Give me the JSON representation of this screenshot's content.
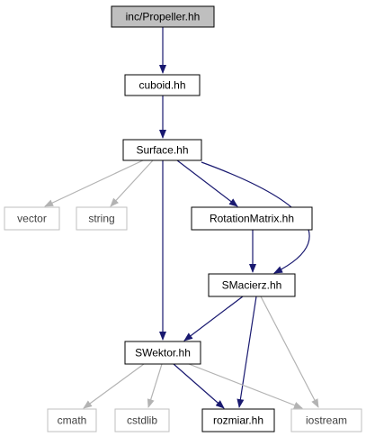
{
  "colors": {
    "edge": "#191970",
    "edge_external": "#b3b3b3",
    "node_border": "#000000",
    "node_border_external": "#bfbfbf",
    "node_fill": "#ffffff",
    "root_fill": "#bfbfbf",
    "text": "#000000",
    "text_external": "#404040"
  },
  "nodes": [
    {
      "id": "propeller",
      "label": "inc/Propeller.hh",
      "kind": "root"
    },
    {
      "id": "cuboid",
      "label": "cuboid.hh",
      "kind": "file"
    },
    {
      "id": "surface",
      "label": "Surface.hh",
      "kind": "file"
    },
    {
      "id": "vector",
      "label": "vector",
      "kind": "external"
    },
    {
      "id": "string",
      "label": "string",
      "kind": "external"
    },
    {
      "id": "rotationmatrix",
      "label": "RotationMatrix.hh",
      "kind": "file"
    },
    {
      "id": "smacierz",
      "label": "SMacierz.hh",
      "kind": "file"
    },
    {
      "id": "swektor",
      "label": "SWektor.hh",
      "kind": "file"
    },
    {
      "id": "cmath",
      "label": "cmath",
      "kind": "external"
    },
    {
      "id": "cstdlib",
      "label": "cstdlib",
      "kind": "external"
    },
    {
      "id": "rozmiar",
      "label": "rozmiar.hh",
      "kind": "file"
    },
    {
      "id": "iostream",
      "label": "iostream",
      "kind": "external"
    }
  ],
  "edges": [
    {
      "from": "propeller",
      "to": "cuboid"
    },
    {
      "from": "cuboid",
      "to": "surface"
    },
    {
      "from": "surface",
      "to": "vector"
    },
    {
      "from": "surface",
      "to": "string"
    },
    {
      "from": "surface",
      "to": "rotationmatrix"
    },
    {
      "from": "surface",
      "to": "smacierz"
    },
    {
      "from": "surface",
      "to": "swektor"
    },
    {
      "from": "rotationmatrix",
      "to": "smacierz"
    },
    {
      "from": "smacierz",
      "to": "swektor"
    },
    {
      "from": "smacierz",
      "to": "rozmiar"
    },
    {
      "from": "smacierz",
      "to": "iostream"
    },
    {
      "from": "swektor",
      "to": "cmath"
    },
    {
      "from": "swektor",
      "to": "cstdlib"
    },
    {
      "from": "swektor",
      "to": "rozmiar"
    },
    {
      "from": "swektor",
      "to": "iostream"
    }
  ]
}
